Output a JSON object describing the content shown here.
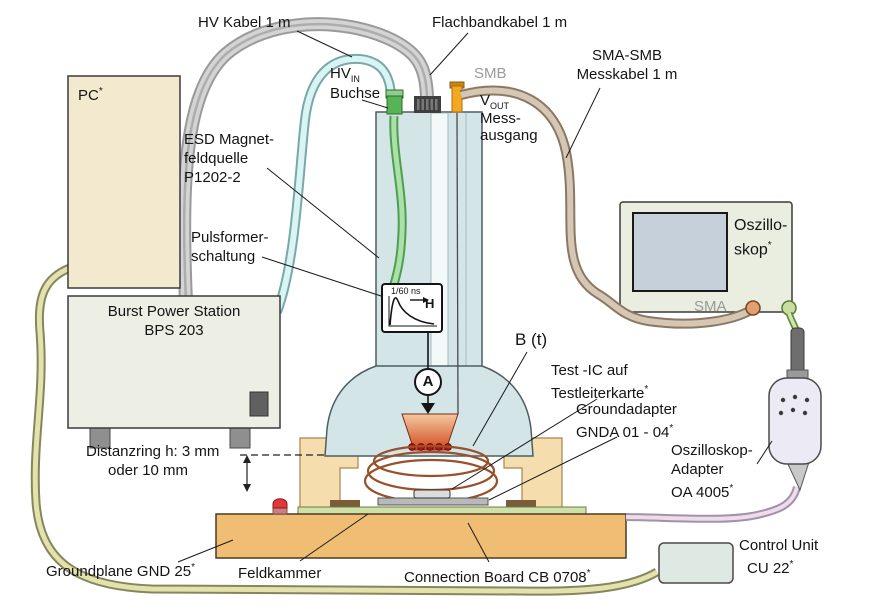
{
  "sup": "*",
  "cables": {
    "hv_label": "HV Kabel  1 m",
    "ribbon_label": "Flachbandkabel 1 m",
    "meas_label_1": "SMA-SMB",
    "meas_label_2": "Messkabel 1 m",
    "smb_label": "SMB",
    "sma_label": "SMA"
  },
  "source": {
    "name_1": "ESD Magnet-",
    "name_2": "feldquelle",
    "name_3": "P1202-2",
    "pulse_1": "Pulsformer-",
    "pulse_2": "schaltung",
    "hv_in": "HV",
    "hv_in_sub": "IN",
    "hv_in_name": "Buchse",
    "v_out": "V",
    "v_out_sub": "OUT",
    "v_out_name_1": "Mess-",
    "v_out_name_2": "ausgang",
    "pulse_time": "1/60 ns",
    "pulse_h": "H",
    "ammeter": "A",
    "b_field": "B (t)"
  },
  "devices": {
    "pc": "PC",
    "bps_1": "Burst Power Station",
    "bps_2": "BPS 203",
    "oszi_1": "Oszillo-",
    "oszi_2": "skop",
    "test_ic_1": "Test -IC auf",
    "test_ic_2": "Testleiterkarte",
    "gnda_1": "Groundadapter",
    "gnda_2": "GNDA 01 - 04",
    "oa_1": "Oszilloskop-",
    "oa_2": "Adapter",
    "oa_3": "OA 4005",
    "cu_1": "Control Unit",
    "cu_2": "CU 22",
    "groundplane": "Groundplane GND 25",
    "feldkammer": "Feldkammer",
    "connection_board": "Connection Board CB 0708"
  },
  "annotations": {
    "distance_1": "Distanzring h:  3 mm",
    "distance_2": "oder 10 mm"
  },
  "colors": {
    "hv_cable": "#daf3f3",
    "ribbon_cable": "#d4d4d4",
    "sma_cable": "#d6c7b4",
    "control_cable": "#e2e2aa",
    "probe_cable": "#ecdcec",
    "scope_probe_cable": "#cfe8a8",
    "smb_connector": "#f5a81e",
    "hv_connector": "#57b357",
    "source_body": "#d3e5e7",
    "groundplane_wood": "#f0bd74",
    "clamp_wood": "#f5ddae",
    "pc_box": "#f3e9ce",
    "bps_box": "#edefe5",
    "scope_box": "#e9eee0",
    "scope_screen": "#c6d0da",
    "led": "#e03838",
    "cone": "#d24a1e",
    "coil": "#99512b"
  }
}
